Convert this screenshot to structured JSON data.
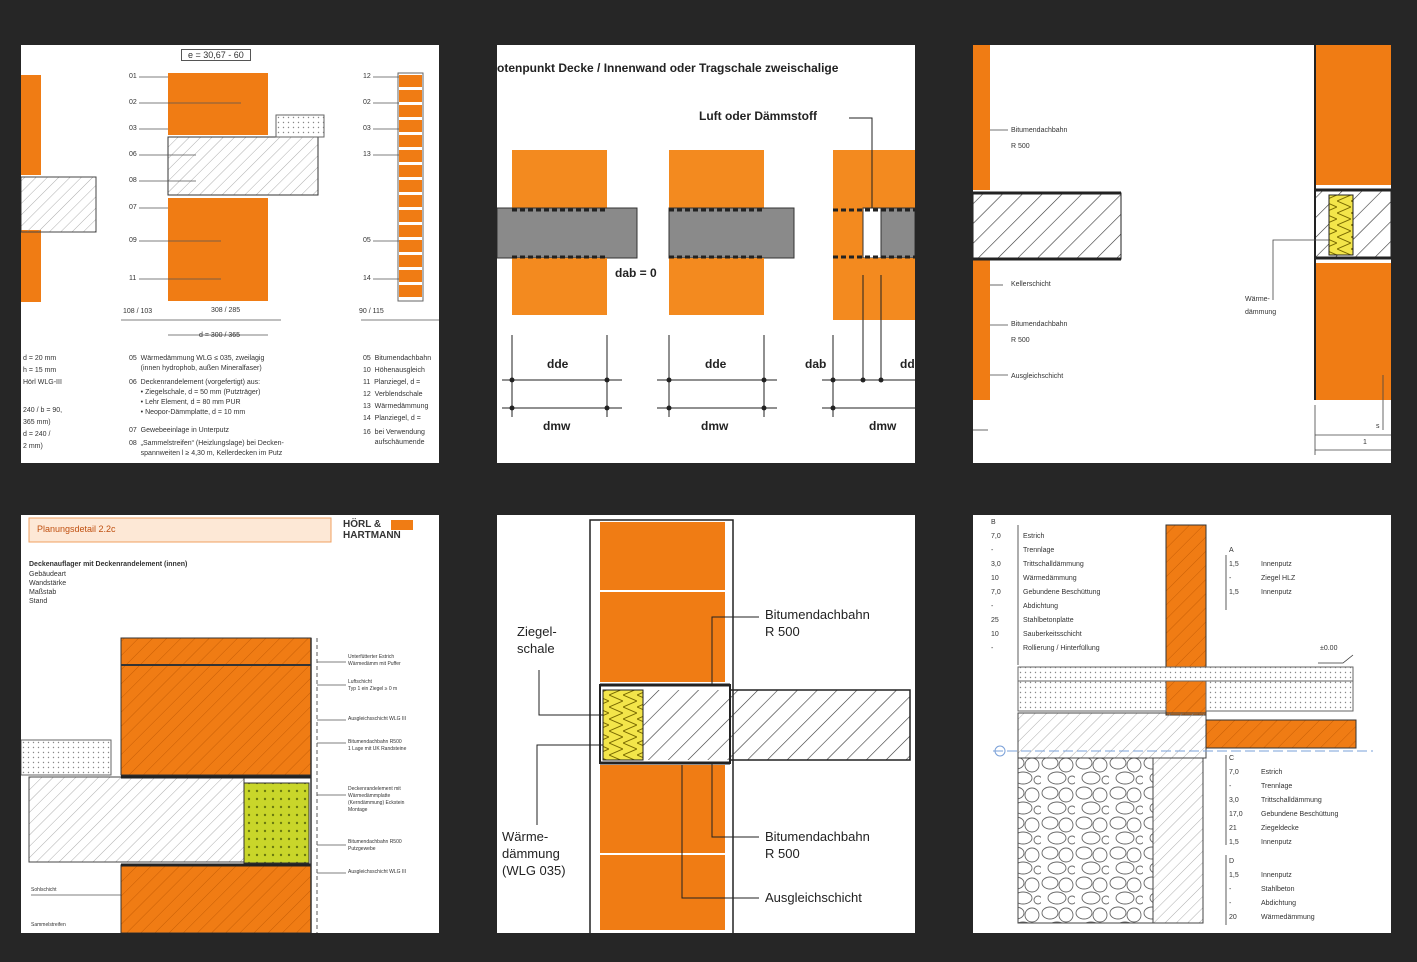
{
  "tile1": {
    "header": "e = 30,67 - 60",
    "nums_left": [
      "01",
      "02",
      "03",
      "06",
      "08",
      "07",
      "09",
      "11"
    ],
    "nums_right": [
      "12",
      "02",
      "03",
      "13",
      "05",
      "14"
    ],
    "dims": [
      "108 / 103",
      "308 / 285",
      "d = 300 / 365",
      "90 / 115"
    ],
    "notes_left": [
      "d = 20 mm",
      "h = 15 mm",
      "Hörl WLG-III",
      "240 / b = 90,",
      "365 mm)",
      "d = 240 /",
      "2 mm)"
    ],
    "notes_mid": [
      "05  Wärmedämmung WLG ≤ 035, zweilagig",
      "      (innen hydrophob, außen Mineralfaser)",
      "06  Deckenrandelement (vorgefertigt) aus:",
      "      • Ziegelschale, d = 50 mm (Putzträger)",
      "      • Lehr Element, d = 80 mm PUR",
      "      • Neopor-Dämmplatte, d = 10 mm",
      "07  Gewebeeinlage in Unterputz",
      "08  „Sammelstreifen“ (Heizlungslage) bei Decken-",
      "      spannweiten l ≥ 4,30 m, Kellerdecken im Putz"
    ],
    "notes_right": [
      "05  Bitumendachbahn",
      "10  Höhenausgleich",
      "11  Planziegel, d =",
      "12  Verblendschale",
      "13  Wärmedämmung",
      "14  Planziegel, d =",
      "16  bei Verwendung",
      "      aufschäumende"
    ]
  },
  "tile2": {
    "title": "otenpunkt Decke / Innenwand oder Tragschale zweischalige",
    "callout": "Luft oder Dämmstoff",
    "dab_eq": "dab = 0",
    "labels": {
      "dde1": "dde",
      "dde2": "dde",
      "dab": "dab",
      "dd": "dd",
      "dmw1": "dmw",
      "dmw2": "dmw",
      "dmw3": "dmw"
    }
  },
  "tile3": {
    "labels": [
      "Bitumendachbahn",
      "R 500",
      "Kellerschicht",
      "Bitumendachbahn",
      "R 500",
      "Ausgleichschicht",
      "Wärme-",
      "dämmung"
    ],
    "dims": [
      "s",
      "1"
    ]
  },
  "tile4": {
    "title": "Planungsdetail 2.2c",
    "brand": [
      "HÖRL &",
      "HARTMANN"
    ],
    "subtitle": "Deckenauflager mit Deckenrandelement (innen)",
    "meta": [
      "Gebäudeart",
      "Wandstärke",
      "Maßstab",
      "Stand"
    ],
    "notes": [
      "Unterfütterter Estrich",
      "Wärmedämm mit Puffer",
      "Luftschicht",
      "Typ 1 ein Ziegel ≥ 0 m",
      "Ausgleichsschicht WLG III",
      "Bitumendachbahn R500",
      "1 Lage mit UK Randsteine",
      "Deckenrandelement mit",
      "Wärmedämmplatte",
      "(Kerndämmung) Eckstein",
      "Montage",
      "Bitumendachbahn R500",
      "Putzgewebe",
      "Ausgleichsschicht WLG III"
    ],
    "bottom": [
      "Sohlschicht",
      "Sammelstreifen"
    ]
  },
  "tile5": {
    "left_top": [
      "Ziegel-",
      "schale"
    ],
    "left_bottom": [
      "Wärme-",
      "dämmung",
      "(WLG 035)"
    ],
    "right": [
      "Bitumendachbahn",
      "R 500",
      "Bitumendachbahn",
      "R 500",
      "Ausgleichschicht"
    ]
  },
  "tile6": {
    "top_rows": [
      [
        "B",
        ""
      ],
      [
        "7,0",
        "Estrich"
      ],
      [
        "-",
        "Trennlage"
      ],
      [
        "3,0",
        "Trittschalldämmung"
      ],
      [
        "10",
        "Wärmedämmung"
      ],
      [
        "7,0",
        "Gebundene Beschüttung"
      ],
      [
        "-",
        "Abdichtung"
      ],
      [
        "25",
        "Stahlbetonplatte"
      ],
      [
        "10",
        "Sauberkeitsschicht"
      ],
      [
        "-",
        "Rollierung / Hinterfüllung"
      ]
    ],
    "a_rows": [
      [
        "A",
        ""
      ],
      [
        "1,5",
        "Innenputz"
      ],
      [
        "-",
        "Ziegel HLZ"
      ],
      [
        "1,5",
        "Innenputz"
      ]
    ],
    "level": "±0.00",
    "c_rows": [
      [
        "C",
        ""
      ],
      [
        "7,0",
        "Estrich"
      ],
      [
        "-",
        "Trennlage"
      ],
      [
        "3,0",
        "Trittschalldämmung"
      ],
      [
        "17,0",
        "Gebundene Beschüttung"
      ],
      [
        "21",
        "Ziegeldecke"
      ],
      [
        "1,5",
        "Innenputz"
      ]
    ],
    "d_rows": [
      [
        "D",
        ""
      ],
      [
        "1,5",
        "Innenputz"
      ],
      [
        "-",
        "Stahlbeton"
      ],
      [
        "-",
        "Abdichtung"
      ],
      [
        "20",
        "Wärmedämmung"
      ]
    ]
  }
}
